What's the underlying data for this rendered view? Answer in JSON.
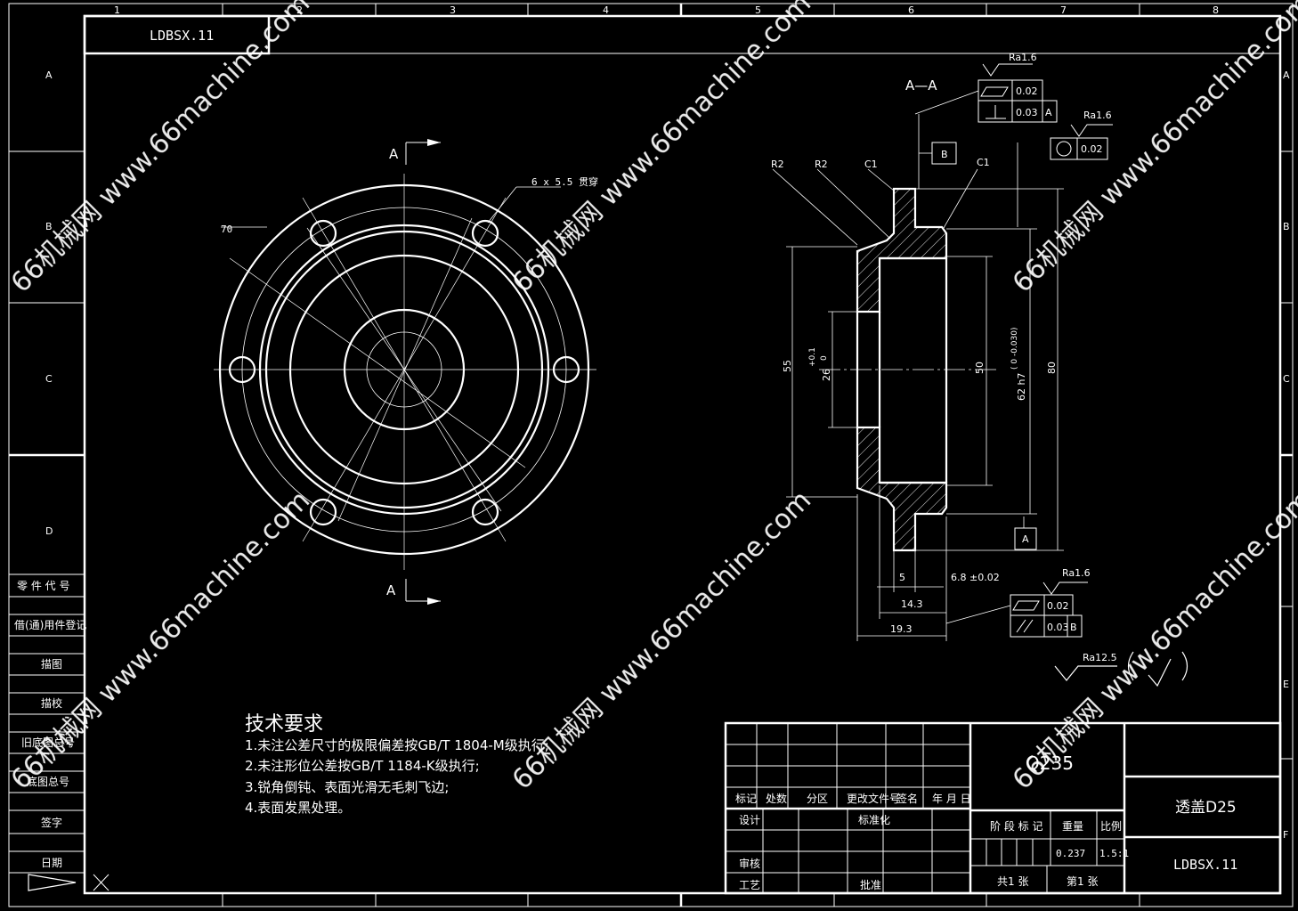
{
  "title_block": {
    "drawing_code_top": "LDBSX.11",
    "drawing_code": "LDBSX.11",
    "part_name": "透盖D25",
    "material": "Q235",
    "weight": "0.237",
    "scale": "1.5:1",
    "sheets_total": "共1  张",
    "sheet_no": "第1  张",
    "row_labels": [
      "标记",
      "处数",
      "分区",
      "更改文件号",
      "签名",
      "年 月 日"
    ],
    "design": "设计",
    "standardize": "标准化",
    "review": "审核",
    "process": "工艺",
    "approve": "批准",
    "stage_mark": "阶 段 标 记",
    "weight_label": "重量",
    "scale_label": "比例"
  },
  "left_strip": {
    "labels": [
      "零 件 代 号",
      "借(通)用件登记",
      "描图",
      "描校",
      "旧底图总号",
      "底图总号",
      "签字",
      "日期"
    ]
  },
  "grid": {
    "columns": [
      "1",
      "2",
      "3",
      "4",
      "5",
      "6",
      "7",
      "8"
    ],
    "rows": [
      "A",
      "B",
      "C",
      "D",
      "E",
      "F"
    ]
  },
  "front_view": {
    "section_mark_top": "A",
    "section_mark_bottom": "A",
    "diameter_label": "70",
    "holes_label": "6 x  5.5 贯穿"
  },
  "section_view": {
    "title": "A—A",
    "labels_top": [
      "R2",
      "R2",
      "C1",
      "C1"
    ],
    "datum_b": "B",
    "datum_a": "A",
    "dia_55": "55",
    "dia_26": "26",
    "tol_26_upper": "+0.1",
    "tol_26_lower": "0",
    "dia_50": "50",
    "dia_62": "62 h7",
    "tol_62": "( 0 -0.030)",
    "dia_80": "80",
    "dim_5": "5",
    "dim_6_8": "6.8 ±0.02",
    "dim_14_3": "14.3",
    "dim_19_3": "19.3",
    "tol_flat_1": "0.02",
    "tol_perp_1": "0.03",
    "tol_perp_1_ref": "A",
    "tol_circ": "0.02",
    "tol_flat_2": "0.02",
    "tol_par": "0.03",
    "tol_par_ref": "B",
    "ra_1": "Ra1.6",
    "ra_2": "Ra1.6",
    "ra_3": "Ra1.6",
    "ra_general": "Ra12.5"
  },
  "tech_requirements": {
    "heading": "技术要求",
    "items": [
      "1.未注公差尺寸的极限偏差按GB/T 1804-M级执行;",
      "2.未注形位公差按GB/T 1184-K级执行;",
      "3.锐角倒钝、表面光滑无毛刺飞边;",
      "4.表面发黑处理。"
    ]
  },
  "watermark": {
    "text": "66机械网 www.66machine.com"
  }
}
